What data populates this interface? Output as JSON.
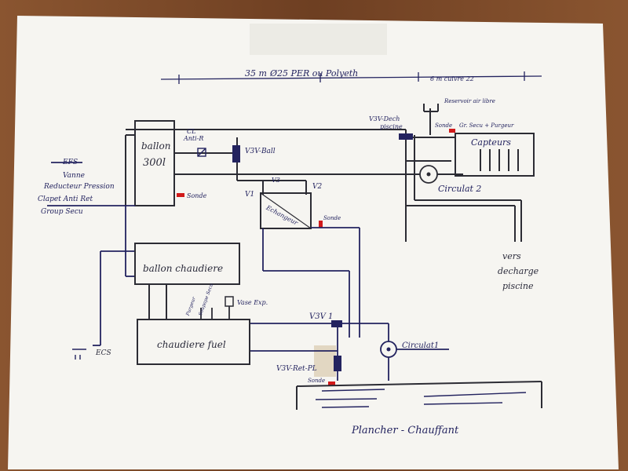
{
  "dimension_line": {
    "left": "35 m",
    "main": "Ø25 PER ou Polyeth",
    "right": "6 m cuivre 22"
  },
  "labels": {
    "ballon": "ballon",
    "ballon_cap": "300l",
    "cl_anti": "CL",
    "cl_anti2": "Anti-R",
    "v3v_ball": "V3V-Ball",
    "sonde1": "Sonde",
    "efs": "EFS",
    "vanne": "Vanne",
    "reducteur": "Reducteur Pression",
    "clapet": "Clapet Anti Ret",
    "group_secu": "Group Secu",
    "v1": "V1",
    "v2": "V2",
    "v3": "V3",
    "echangeur": "Echangeur",
    "sonde2": "Sonde",
    "reservoir": "Reservoir air libre",
    "v3v_dech": "V3V-Dech",
    "v3v_dech2": "piscine",
    "sonde3": "Sonde",
    "gr_secu": "Gr. Secu + Purgeur",
    "capteurs": "Capteurs",
    "circulat2": "Circulat 2",
    "vers": "vers",
    "decharge": "decharge",
    "piscine": "piscine",
    "ballon_chaudiere": "ballon chaudiere",
    "chaudiere_fuel": "chaudiere fuel",
    "purgeur": "Purgeur",
    "soupape": "Soupape Secu",
    "vase_exp": "Vase Exp.",
    "v3v1": "V3V 1",
    "circulat1": "Circulat1",
    "v3v_ret": "V3V-Ret-PL",
    "sonde4": "Sonde",
    "ecs": "ECS",
    "plancher": "Plancher - Chauffant"
  },
  "colors": {
    "ink": "#23235f",
    "paper": "#f7f6f2",
    "sensor": "#d11a1a",
    "box": "#2c2c34"
  }
}
